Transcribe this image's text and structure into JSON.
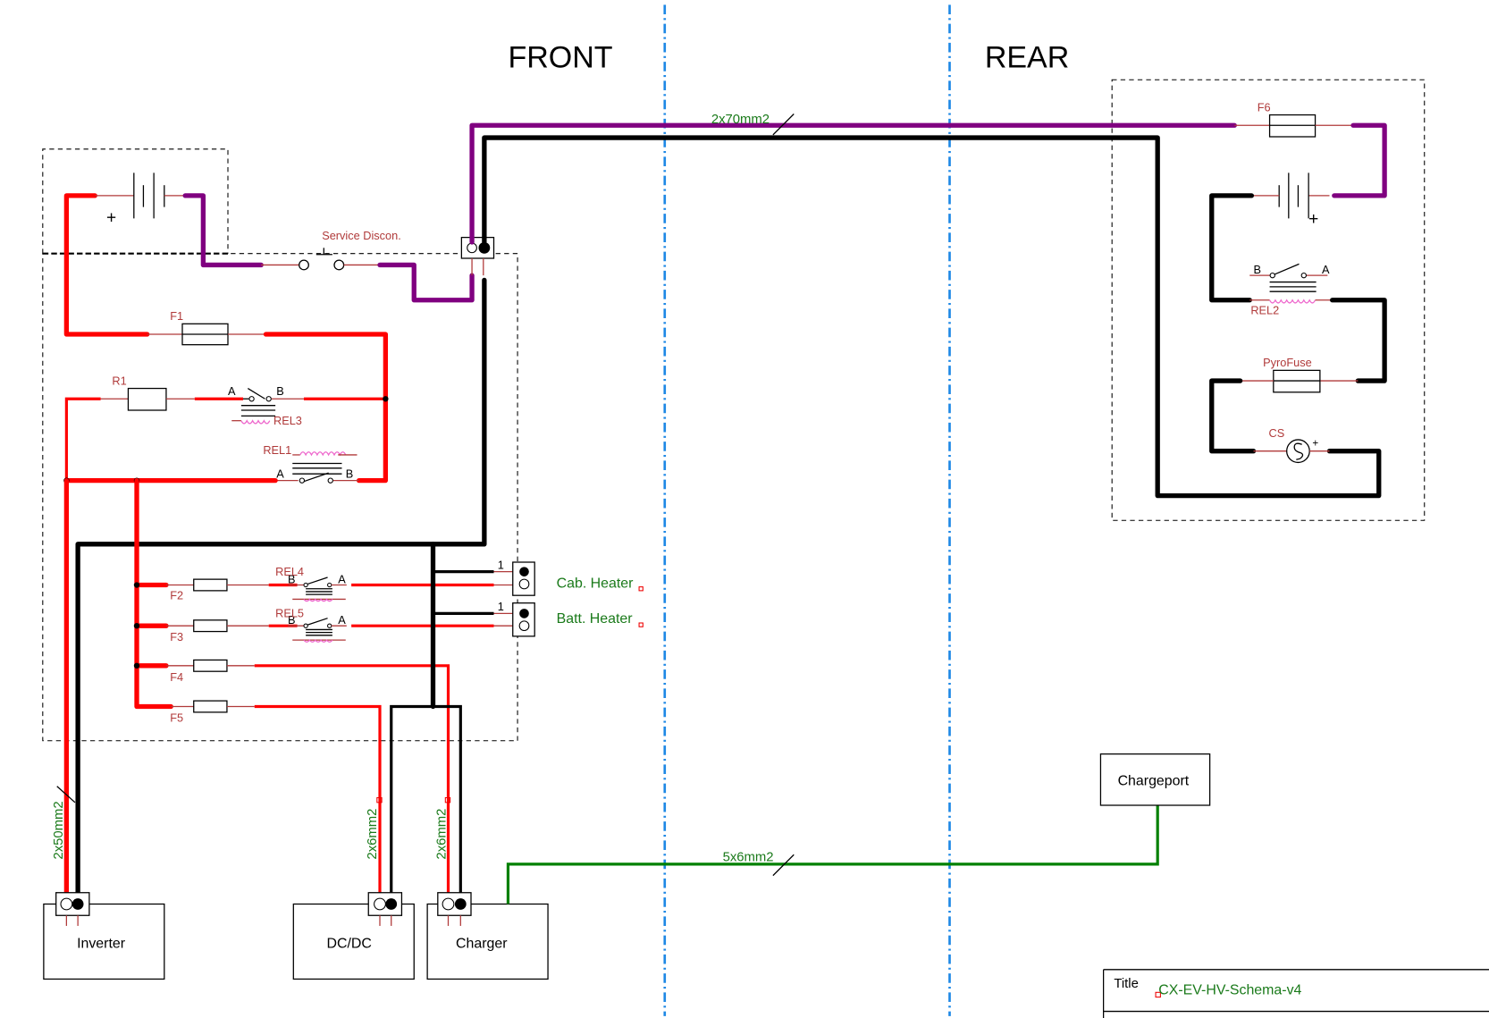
{
  "diagram": {
    "title_block": {
      "label": "Title",
      "value": "CX-EV-HV-Schema-v4"
    },
    "zones": {
      "front": "FRONT",
      "rear": "REAR"
    },
    "colors": {
      "positive_wire": "#ff0000",
      "negative_wire": "#000000",
      "interlock_wire": "#800080",
      "charge_wire": "#008000",
      "zone_divider": "#1e88e5",
      "component_label": "#b03a3a",
      "wire_label": "#1a7a1a",
      "coil": "#ee66cc"
    },
    "front_pack": {
      "battery_plus": "+",
      "service_disconnect": "Service Discon.",
      "components": {
        "F1": "F1",
        "R1": "R1",
        "REL3": "REL3",
        "REL1": "REL1",
        "REL4": "REL4",
        "REL5": "REL5",
        "F2": "F2",
        "F3": "F3",
        "F4": "F4",
        "F5": "F5"
      },
      "pins": {
        "A": "A",
        "B": "B"
      },
      "heater_pin": "1"
    },
    "rear_pack": {
      "components": {
        "F6": "F6",
        "REL2": "REL2",
        "PyroFuse": "PyroFuse",
        "CS": "CS"
      },
      "battery_plus": "+",
      "cs_plus": "+"
    },
    "connectors": {
      "cab_heater": "Cab. Heater",
      "batt_heater": "Batt. Heater"
    },
    "devices": {
      "inverter": "Inverter",
      "dcdc": "DC/DC",
      "charger": "Charger",
      "chargeport": "Chargeport"
    },
    "wire_labels": {
      "main_link": "2x70mm2",
      "inverter": "2x50mm2",
      "dcdc": "2x6mm2",
      "charger": "2x6mm2",
      "chargeport": "5x6mm2"
    }
  }
}
